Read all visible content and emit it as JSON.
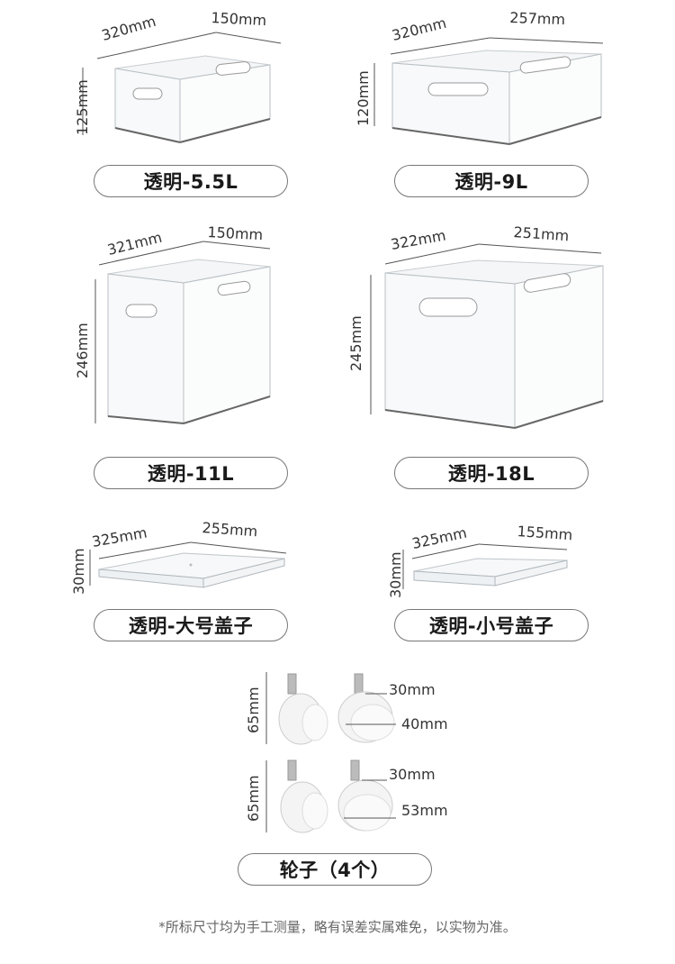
{
  "products": [
    {
      "label": "透明-5.5L",
      "length": "320mm",
      "width": "150mm",
      "height": "125mm"
    },
    {
      "label": "透明-9L",
      "length": "320mm",
      "width": "257mm",
      "height": "120mm"
    },
    {
      "label": "透明-11L",
      "length": "321mm",
      "width": "150mm",
      "height": "246mm"
    },
    {
      "label": "透明-18L",
      "length": "322mm",
      "width": "251mm",
      "height": "245mm"
    },
    {
      "label": "透明-大号盖子",
      "length": "325mm",
      "width": "255mm",
      "height": "30mm"
    },
    {
      "label": "透明-小号盖子",
      "length": "325mm",
      "width": "155mm",
      "height": "30mm"
    }
  ],
  "wheels": {
    "label": "轮子（4个）",
    "small": {
      "height": "65mm",
      "stem": "30mm",
      "diameter": "40mm"
    },
    "large": {
      "height": "65mm",
      "stem": "30mm",
      "diameter": "53mm"
    }
  },
  "footnote": "*所标尺寸均为手工测量，略有误差实属难免，以实物为准。"
}
